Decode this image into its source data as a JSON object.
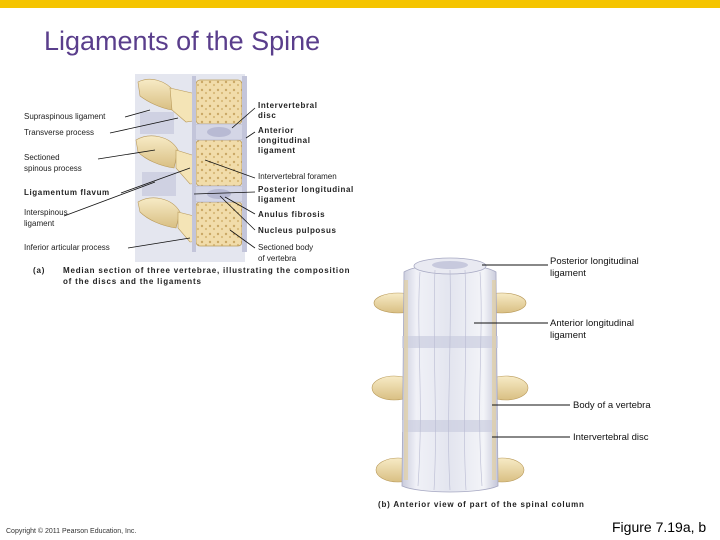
{
  "title": "Ligaments of the Spine",
  "panel_a": {
    "left_labels": {
      "supraspinous": "Supraspinous ligament",
      "transverse": "Transverse process",
      "sectioned_spinous_1": "Sectioned",
      "sectioned_spinous_2": "spinous process",
      "flavum": "Ligamentum flavum",
      "interspinous_1": "Interspinous",
      "interspinous_2": "ligament",
      "inferior_articular": "Inferior articular process"
    },
    "right_labels": {
      "disc_1": "Intervertebral",
      "disc_2": "disc",
      "anterior_1": "Anterior",
      "anterior_2": "longitudinal",
      "anterior_3": "ligament",
      "foramen": "Intervertebral foramen",
      "posterior_1": "Posterior longitudinal",
      "posterior_2": "ligament",
      "anulus": "Anulus fibrosis",
      "nucleus": "Nucleus pulposus",
      "body_1": "Sectioned body",
      "body_2": "of vertebra"
    },
    "caption_tag": "(a)",
    "caption_1": "Median section of three vertebrae, illustrating the composition",
    "caption_2": "of the discs and the ligaments"
  },
  "panel_b": {
    "labels": {
      "posterior_1": "Posterior longitudinal",
      "posterior_2": "ligament",
      "anterior_1": "Anterior longitudinal",
      "anterior_2": "ligament",
      "body": "Body of a vertebra",
      "disc": "Intervertebral disc"
    },
    "caption": "(b) Anterior view of part of the spinal column"
  },
  "copyright": "Copyright © 2011 Pearson Education, Inc.",
  "figure_ref": "Figure 7.19a, b",
  "colors": {
    "accent_bar": "#f5c400",
    "title": "#5a3e8c",
    "bone": "#efdcaa",
    "disc": "#dfe1ec",
    "ligament": "#c9cbe0"
  }
}
